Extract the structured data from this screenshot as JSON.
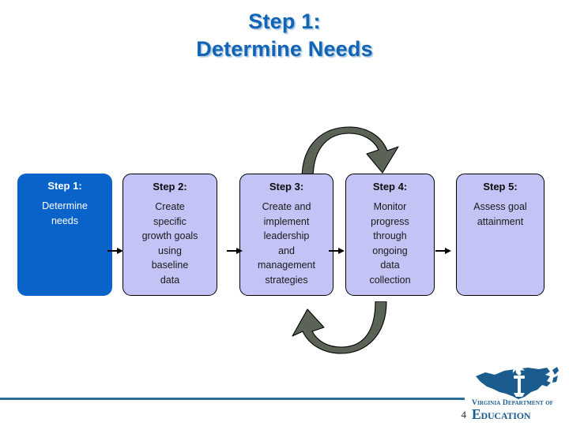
{
  "slide": {
    "title_line1": "Step 1:",
    "title_line2": "Determine Needs",
    "title_color": "#1464b4",
    "background": "#ffffff"
  },
  "flow": {
    "highlight_color": "#0a63c8",
    "box_color": "#c3c3f5",
    "curved_arrow_color": "#5a6356",
    "connector_color": "#000000",
    "steps": [
      {
        "head": "Step 1:",
        "body": "Determine\nneeds",
        "state": "active"
      },
      {
        "head": "Step 2:",
        "body": "Create\nspecific\ngrowth goals\nusing\nbaseline\ndata",
        "state": "inactive"
      },
      {
        "head": "Step 3:",
        "body": "Create and\nimplement\nleadership\nand\nmanagement\nstrategies",
        "state": "inactive"
      },
      {
        "head": "Step 4:",
        "body": "Monitor\nprogress\nthrough\nongoing\ndata\ncollection",
        "state": "inactive"
      },
      {
        "head": "Step 5:",
        "body": "Assess goal\nattainment",
        "state": "inactive"
      }
    ],
    "connectors": [
      {
        "name": "step-1-to-step-2"
      },
      {
        "name": "step-2-to-step-3"
      },
      {
        "name": "step-3-to-step-4"
      },
      {
        "name": "step-4-to-step-5"
      }
    ],
    "cycle_arrows": [
      {
        "name": "top-clockwise-arrow",
        "direction": "right"
      },
      {
        "name": "bottom-counterclockwise-arrow",
        "direction": "left"
      }
    ]
  },
  "footer": {
    "page_number": "4",
    "rule_color": "#2b6d94",
    "logo": {
      "line1": "Virginia Department of",
      "line2": "Education",
      "color": "#1b5c8f",
      "icon": "virginia-state-torch-logo"
    }
  }
}
